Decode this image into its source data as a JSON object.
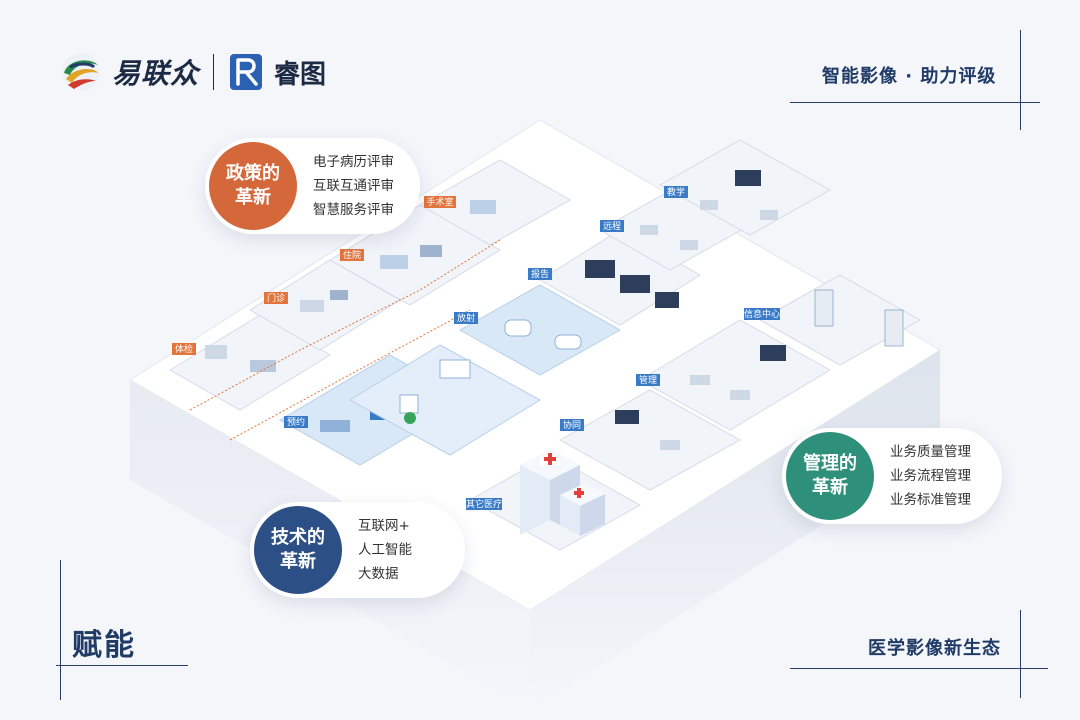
{
  "brand": {
    "name1": "易联众",
    "name2": "睿图"
  },
  "tagline_top": "智能影像 · 助力评级",
  "tagline_bottom": "医学影像新生态",
  "big_title": "赋能",
  "bubbles": {
    "policy": {
      "title": "政策的\n革新",
      "color": "#d4683a",
      "items": [
        "电子病历评审",
        "互联互通评审",
        "智慧服务评审"
      ]
    },
    "tech": {
      "title": "技术的\n革新",
      "color": "#2c4f86",
      "items": [
        "互联网+",
        "人工智能",
        "大数据"
      ]
    },
    "management": {
      "title": "管理的\n革新",
      "color": "#2e8f7a",
      "items": [
        "业务质量管理",
        "业务流程管理",
        "业务标准管理"
      ]
    }
  },
  "scene_labels": {
    "registration": "体检",
    "outpatient": "门诊",
    "inpatient": "住院",
    "surgery": "手术室",
    "report": "报告",
    "radiology": "放射",
    "remote": "远程",
    "teaching": "教学",
    "admin": "管理",
    "collab": "协同",
    "datacenter": "信息中心",
    "appointment": "预约",
    "other_hospital": "其它医疗"
  },
  "colors": {
    "accent_orange": "#e2743c",
    "accent_blue": "#3a7bc8",
    "navy": "#1f3b66"
  }
}
